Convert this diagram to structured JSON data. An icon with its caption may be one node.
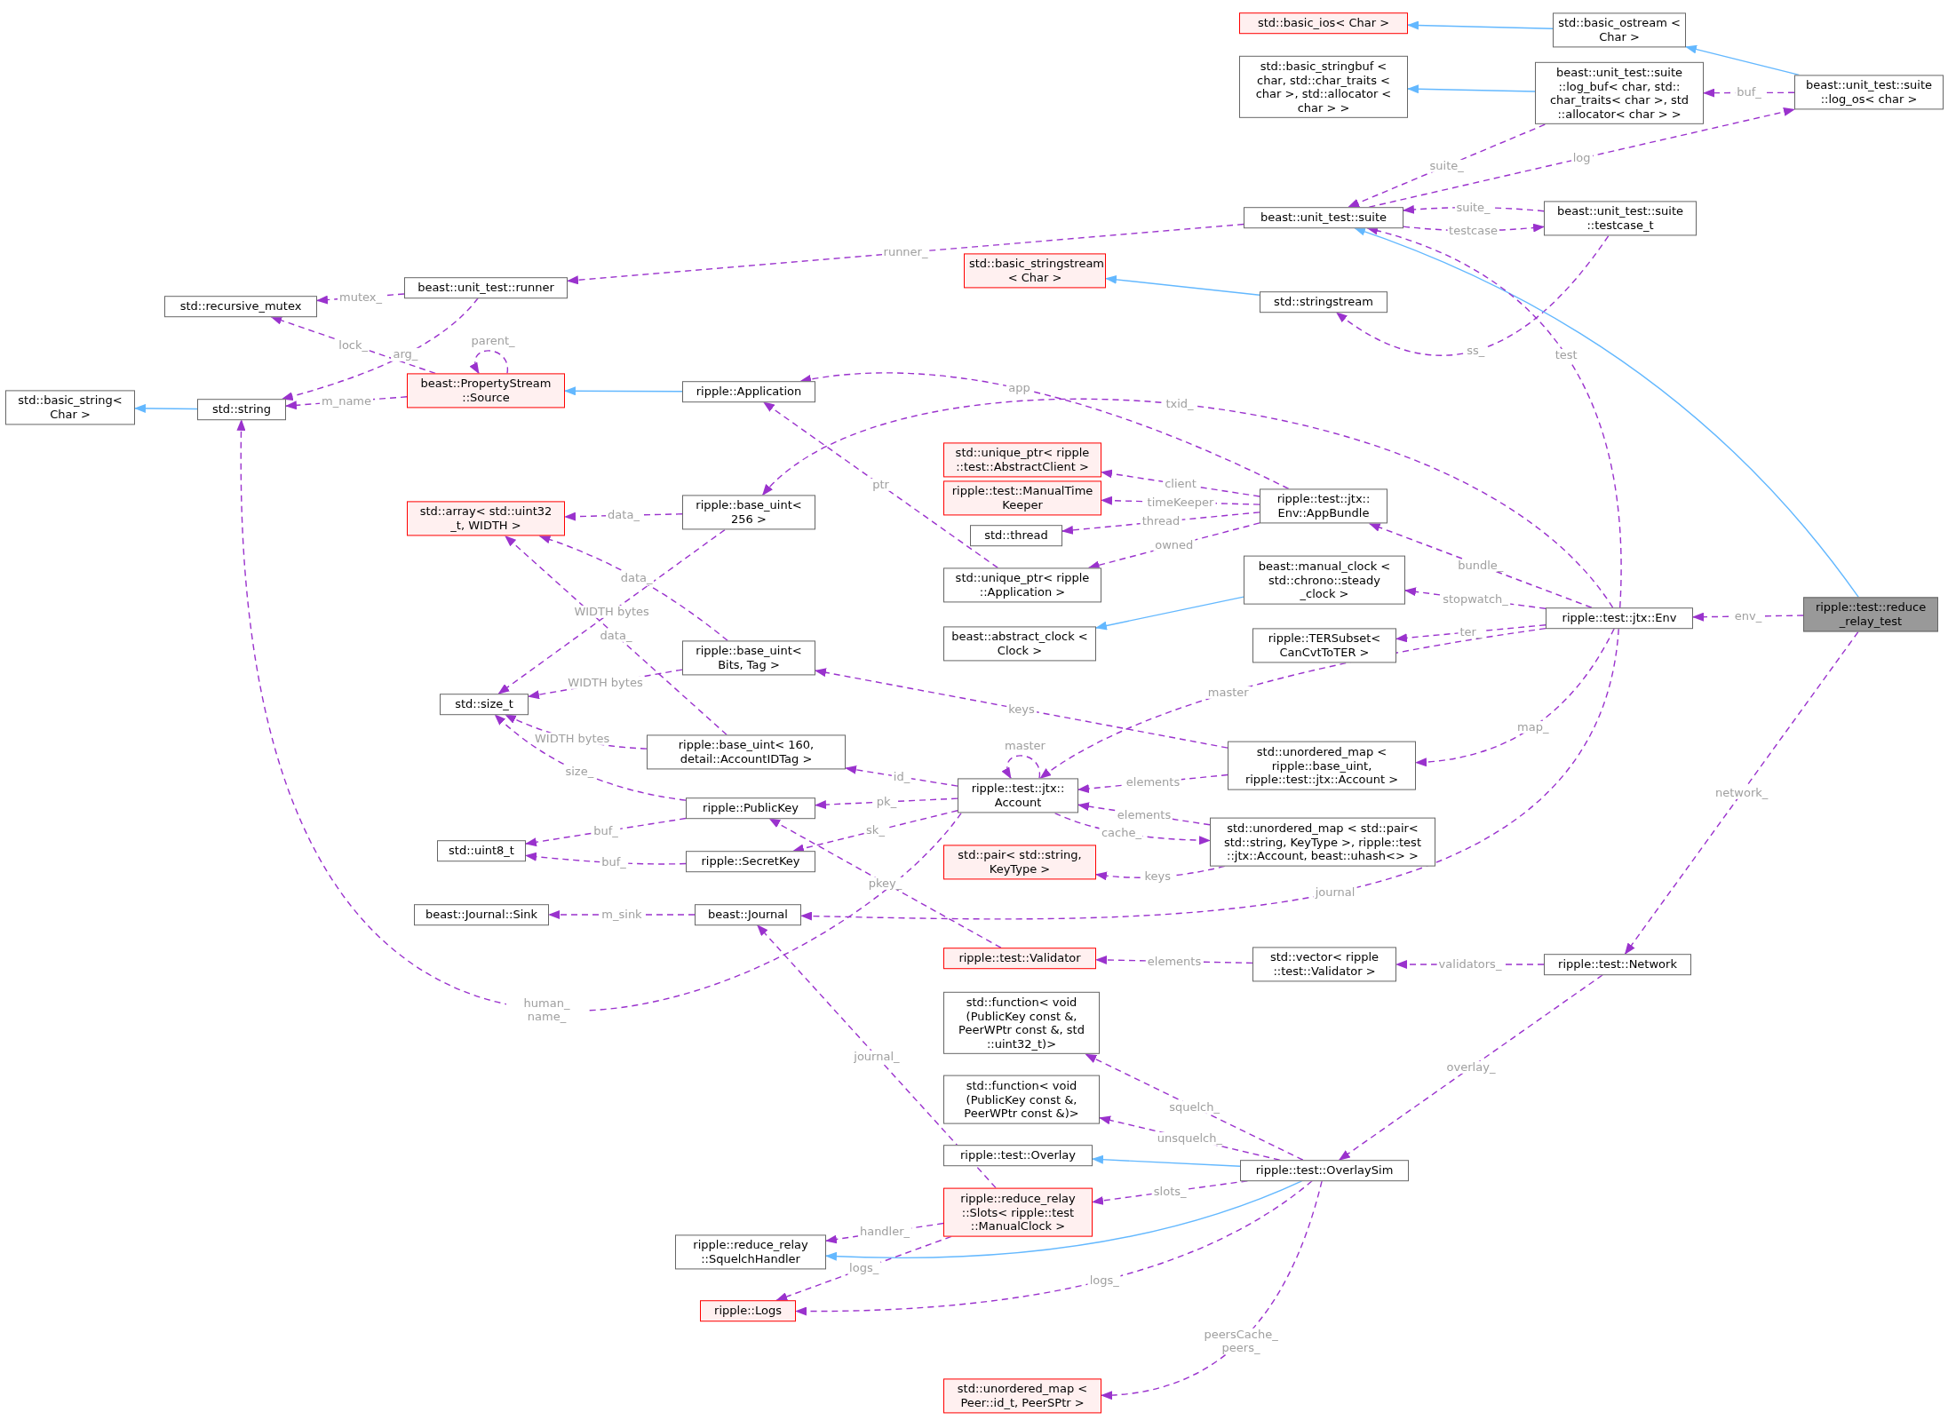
{
  "diagram": {
    "nodes": [
      {
        "text": [
          "std::basic_ios< Char >"
        ]
      },
      {
        "text": [
          "std::basic_ostream < Char >"
        ]
      },
      {
        "text": [
          "std::basic_stringbuf < char, std::char_traits < char >, std::allocator < char > >"
        ]
      },
      {
        "text": [
          "beast::unit_test::suite ::log_buf< char, std:: char_traits< char >, std ::allocator< char > >"
        ]
      },
      {
        "text": [
          "beast::unit_test::suite ::log_os< char >"
        ]
      },
      {
        "text": [
          "beast::unit_test::suite"
        ]
      },
      {
        "text": [
          "beast::unit_test::suite ::testcase_t"
        ]
      },
      {
        "text": [
          "std::basic_stringstream < Char >"
        ]
      },
      {
        "text": [
          "std::stringstream"
        ]
      },
      {
        "text": [
          "beast::unit_test::runner"
        ]
      },
      {
        "text": [
          "std::recursive_mutex"
        ]
      },
      {
        "text": [
          "std::basic_string< Char >"
        ]
      },
      {
        "text": [
          "std::string"
        ]
      },
      {
        "text": [
          "beast::PropertyStream ::Source"
        ]
      },
      {
        "text": [
          "ripple::Application"
        ]
      },
      {
        "text": [
          "std::unique_ptr< ripple ::test::AbstractClient >"
        ]
      },
      {
        "text": [
          "ripple::test::ManualTime Keeper"
        ]
      },
      {
        "text": [
          "ripple::test::jtx:: Env::AppBundle"
        ]
      },
      {
        "text": [
          "ripple::base_uint< 256 >"
        ]
      },
      {
        "text": [
          "std::array< std::uint32 _t, WIDTH >"
        ]
      },
      {
        "text": [
          "std::thread"
        ]
      },
      {
        "text": [
          "std::unique_ptr< ripple ::Application >"
        ]
      },
      {
        "text": [
          "beast::manual_clock < std::chrono::steady _clock >"
        ]
      },
      {
        "text": [
          "ripple::test::jtx::Env"
        ]
      },
      {
        "text": [
          "ripple::test::reduce _relay_test"
        ]
      },
      {
        "text": [
          "beast::abstract_clock < Clock >"
        ]
      },
      {
        "text": [
          "ripple::TERSubset< CanCvtToTER >"
        ]
      },
      {
        "text": [
          "ripple::base_uint< Bits, Tag >"
        ]
      },
      {
        "text": [
          "std::size_t"
        ]
      },
      {
        "text": [
          "ripple::base_uint< 160, detail::AccountIDTag >"
        ]
      },
      {
        "text": [
          "std::unordered_map < ripple::base_uint, ripple::test::jtx::Account >"
        ]
      },
      {
        "text": [
          "ripple::test::jtx:: Account"
        ]
      },
      {
        "text": [
          "ripple::PublicKey"
        ]
      },
      {
        "text": [
          "std::unordered_map < std::pair< std::string, KeyType >, ripple::test ::jtx::Account, beast::uhash<> >"
        ]
      },
      {
        "text": [
          "std::uint8_t"
        ]
      },
      {
        "text": [
          "ripple::SecretKey"
        ]
      },
      {
        "text": [
          "std::pair< std::string, KeyType >"
        ]
      },
      {
        "text": [
          "beast::Journal::Sink"
        ]
      },
      {
        "text": [
          "beast::Journal"
        ]
      },
      {
        "text": [
          "ripple::test::Validator"
        ]
      },
      {
        "text": [
          "std::vector< ripple ::test::Validator >"
        ]
      },
      {
        "text": [
          "ripple::test::Network"
        ]
      },
      {
        "text": [
          "std::function< void (PublicKey const &, PeerWPtr const &, std ::uint32_t)>"
        ]
      },
      {
        "text": [
          "std::function< void (PublicKey const &, PeerWPtr const &)>"
        ]
      },
      {
        "text": [
          "ripple::test::Overlay"
        ]
      },
      {
        "text": [
          "ripple::test::OverlaySim"
        ]
      },
      {
        "text": [
          "ripple::reduce_relay ::Slots< ripple::test ::ManualClock >"
        ]
      },
      {
        "text": [
          "ripple::reduce_relay ::SquelchHandler"
        ]
      },
      {
        "text": [
          "ripple::Logs"
        ]
      },
      {
        "text": [
          "std::unordered_map < Peer::id_t, PeerSPtr >"
        ]
      }
    ],
    "edges": [
      {
        "from": 1,
        "to": 0,
        "arrow": "to",
        "color": "#63b8ff"
      },
      {
        "from": 4,
        "to": 1,
        "arrow": "to",
        "color": "#63b8ff"
      },
      {
        "from": 4,
        "to": 3,
        "arrow": "to",
        "label": "buf_",
        "style": "dashed"
      },
      {
        "from": 3,
        "to": 2,
        "arrow": "to",
        "color": "#63b8ff"
      },
      {
        "from": 3,
        "to": 5,
        "arrow": "to",
        "label": "suite_",
        "style": "dashed"
      },
      {
        "from": 5,
        "to": 4,
        "arrow": "to",
        "label": "log",
        "style": "dashed"
      },
      {
        "from": 6,
        "to": 5,
        "arrow": "to",
        "label": "suite_",
        "style": "dashed"
      },
      {
        "from": 5,
        "to": 6,
        "arrow": "to",
        "label": "testcase",
        "style": "dashed"
      },
      {
        "from": 6,
        "to": 8,
        "arrow": "to",
        "label": "ss_",
        "style": "dashed"
      },
      {
        "from": 8,
        "to": 7,
        "arrow": "to",
        "color": "#63b8ff"
      },
      {
        "from": 24,
        "to": 5,
        "arrow": "to",
        "color": "#63b8ff"
      },
      {
        "from": 5,
        "to": 9,
        "arrow": "to",
        "label": "runner_",
        "style": "dashed"
      },
      {
        "from": 9,
        "to": 10,
        "arrow": "to",
        "label": "mutex_",
        "style": "dashed"
      },
      {
        "from": 9,
        "to": 12,
        "arrow": "to",
        "label": "arg_",
        "style": "dashed"
      },
      {
        "from": 13,
        "to": 10,
        "arrow": "to",
        "label": "lock_",
        "style": "dashed"
      },
      {
        "from": 13,
        "to": 13,
        "arrow": "to",
        "label": "parent_",
        "style": "dashed"
      },
      {
        "from": 13,
        "to": 12,
        "arrow": "to",
        "label": "m_name",
        "style": "dashed"
      },
      {
        "from": 12,
        "to": 11,
        "arrow": "to",
        "color": "#63b8ff"
      },
      {
        "from": 14,
        "to": 13,
        "arrow": "to",
        "color": "#63b8ff"
      },
      {
        "from": 23,
        "to": 5,
        "arrow": "to",
        "label": "test",
        "style": "dashed"
      },
      {
        "from": 17,
        "to": 14,
        "arrow": "to",
        "label": "app",
        "style": "dashed"
      },
      {
        "from": 23,
        "to": 18,
        "arrow": "to",
        "label": "txid_",
        "style": "dashed"
      },
      {
        "from": 17,
        "to": 15,
        "arrow": "to",
        "label": "client",
        "style": "dashed"
      },
      {
        "from": 17,
        "to": 16,
        "arrow": "to",
        "label": "timeKeeper",
        "style": "dashed"
      },
      {
        "from": 17,
        "to": 20,
        "arrow": "to",
        "label": "thread",
        "style": "dashed"
      },
      {
        "from": 17,
        "to": 21,
        "arrow": "to",
        "label": "owned",
        "style": "dashed"
      },
      {
        "from": 21,
        "to": 14,
        "arrow": "to",
        "label": "ptr",
        "style": "dashed"
      },
      {
        "from": 18,
        "to": 19,
        "arrow": "to",
        "label": "data_",
        "style": "dashed"
      },
      {
        "from": 18,
        "to": 28,
        "arrow": "to",
        "label": "WIDTH bytes",
        "style": "dashed"
      },
      {
        "from": 27,
        "to": 19,
        "arrow": "to",
        "label": "data_",
        "style": "dashed"
      },
      {
        "from": 27,
        "to": 28,
        "arrow": "to",
        "label": "WIDTH bytes",
        "style": "dashed"
      },
      {
        "from": 29,
        "to": 19,
        "arrow": "to",
        "label": "data_",
        "style": "dashed"
      },
      {
        "from": 29,
        "to": 28,
        "arrow": "to",
        "label": "WIDTH bytes",
        "style": "dashed"
      },
      {
        "from": 23,
        "to": 17,
        "arrow": "to",
        "label": "bundle_",
        "style": "dashed"
      },
      {
        "from": 23,
        "to": 22,
        "arrow": "to",
        "label": "stopwatch_",
        "style": "dashed"
      },
      {
        "from": 22,
        "to": 25,
        "arrow": "to",
        "color": "#63b8ff"
      },
      {
        "from": 23,
        "to": 26,
        "arrow": "to",
        "label": "ter_",
        "style": "dashed"
      },
      {
        "from": 24,
        "to": 23,
        "arrow": "to",
        "label": "env_",
        "style": "dashed"
      },
      {
        "from": 23,
        "to": 31,
        "arrow": "to",
        "label": "master",
        "style": "dashed"
      },
      {
        "from": 23,
        "to": 30,
        "arrow": "to",
        "label": "map_",
        "style": "dashed"
      },
      {
        "from": 30,
        "to": 27,
        "arrow": "to",
        "label": "keys",
        "style": "dashed"
      },
      {
        "from": 30,
        "to": 31,
        "arrow": "to",
        "label": "elements",
        "style": "dashed"
      },
      {
        "from": 31,
        "to": 31,
        "arrow": "to",
        "label": "master",
        "style": "dashed"
      },
      {
        "from": 31,
        "to": 29,
        "arrow": "to",
        "label": "id_",
        "style": "dashed"
      },
      {
        "from": 31,
        "to": 32,
        "arrow": "to",
        "label": "pk_",
        "style": "dashed"
      },
      {
        "from": 31,
        "to": 35,
        "arrow": "to",
        "label": "sk_",
        "style": "dashed"
      },
      {
        "from": 32,
        "to": 28,
        "arrow": "to",
        "label": "size_",
        "style": "dashed"
      },
      {
        "from": 32,
        "to": 34,
        "arrow": "to",
        "label": "buf_",
        "style": "dashed"
      },
      {
        "from": 35,
        "to": 34,
        "arrow": "to",
        "label": "buf_",
        "style": "dashed"
      },
      {
        "from": 31,
        "to": 12,
        "arrow": "to",
        "label": "human_ name_",
        "style": "dashed"
      },
      {
        "from": 31,
        "to": 33,
        "arrow": "to",
        "label": "cache_",
        "style": "dashed"
      },
      {
        "from": 33,
        "to": 31,
        "arrow": "to",
        "label": "elements",
        "style": "dashed"
      },
      {
        "from": 33,
        "to": 36,
        "arrow": "to",
        "label": "keys",
        "style": "dashed"
      },
      {
        "from": 23,
        "to": 38,
        "arrow": "to",
        "label": "journal",
        "style": "dashed"
      },
      {
        "from": 38,
        "to": 37,
        "arrow": "to",
        "label": "m_sink",
        "style": "dashed"
      },
      {
        "from": 39,
        "to": 32,
        "arrow": "to",
        "label": "pkey_",
        "style": "dashed"
      },
      {
        "from": 40,
        "to": 39,
        "arrow": "to",
        "label": "elements",
        "style": "dashed"
      },
      {
        "from": 41,
        "to": 40,
        "arrow": "to",
        "label": "validators_",
        "style": "dashed"
      },
      {
        "from": 24,
        "to": 41,
        "arrow": "to",
        "label": "network_",
        "style": "dashed"
      },
      {
        "from": 41,
        "to": 45,
        "arrow": "to",
        "label": "overlay_",
        "style": "dashed"
      },
      {
        "from": 45,
        "to": 42,
        "arrow": "to",
        "label": "squelch_",
        "style": "dashed"
      },
      {
        "from": 45,
        "to": 43,
        "arrow": "to",
        "label": "unsquelch_",
        "style": "dashed"
      },
      {
        "from": 45,
        "to": 44,
        "arrow": "to",
        "color": "#63b8ff"
      },
      {
        "from": 45,
        "to": 46,
        "arrow": "to",
        "label": "slots_",
        "style": "dashed"
      },
      {
        "from": 45,
        "to": 47,
        "arrow": "to",
        "color": "#63b8ff"
      },
      {
        "from": 45,
        "to": 48,
        "arrow": "to",
        "label": "logs_",
        "style": "dashed"
      },
      {
        "from": 45,
        "to": 49,
        "arrow": "to",
        "label": "peersCache_ peers_",
        "style": "dashed"
      },
      {
        "from": 46,
        "to": 38,
        "arrow": "to",
        "label": "journal_",
        "style": "dashed"
      },
      {
        "from": 46,
        "to": 47,
        "arrow": "to",
        "label": "handler_",
        "style": "dashed"
      },
      {
        "from": 46,
        "to": 48,
        "arrow": "to",
        "label": "logs_",
        "style": "dashed"
      }
    ]
  }
}
